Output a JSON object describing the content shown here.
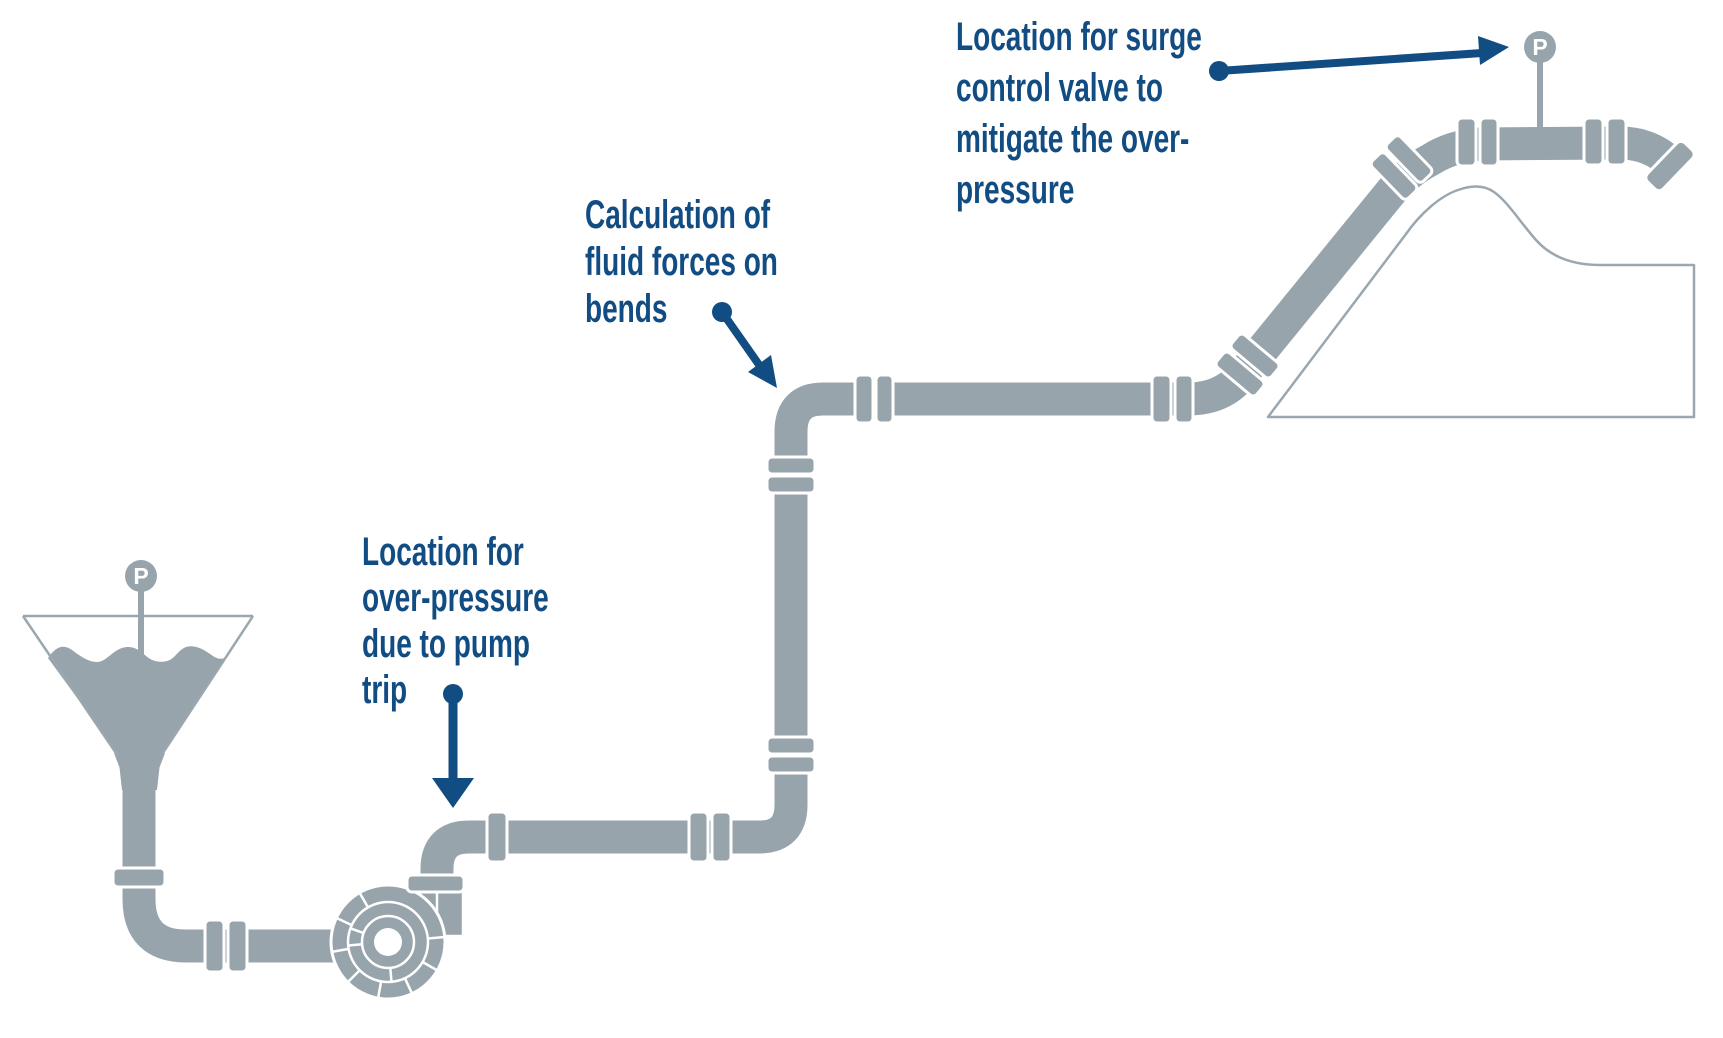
{
  "diagram": {
    "title_hint": "Pipeline surge analysis schematic",
    "annotations": {
      "surge_valve": "Location for surge\ncontrol valve to\nmitigate the over-\npressure",
      "fluid_forces": "Calculation of\nfluid forces on\nbends",
      "pump_trip": "Location for\nover-pressure\ndue to pump\ntrip"
    },
    "gauges": {
      "tank_label": "P",
      "summit_label": "P"
    },
    "colors": {
      "annotation_blue": "#114c82",
      "pipe_gray": "#98a4ac",
      "outline_gray": "#9ba7af",
      "background": "#ffffff"
    }
  }
}
